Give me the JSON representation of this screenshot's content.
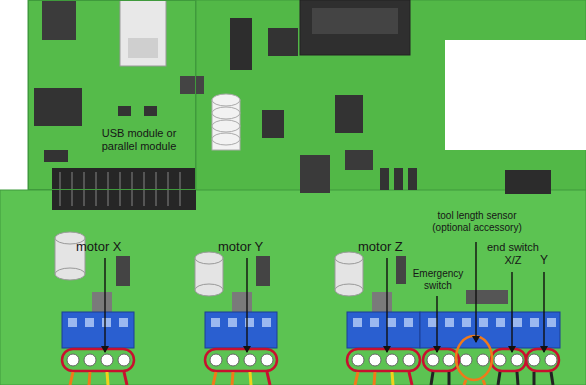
{
  "diagram": {
    "nodes": [
      {
        "text": [
          "USB module or parallel module"
        ]
      }
    ],
    "labels": [
      "motor X",
      "motor Y",
      "motor Z",
      "tool length sensor (optional accessory)",
      "end switch X/Z",
      "Y",
      "Emergency switch"
    ]
  }
}
